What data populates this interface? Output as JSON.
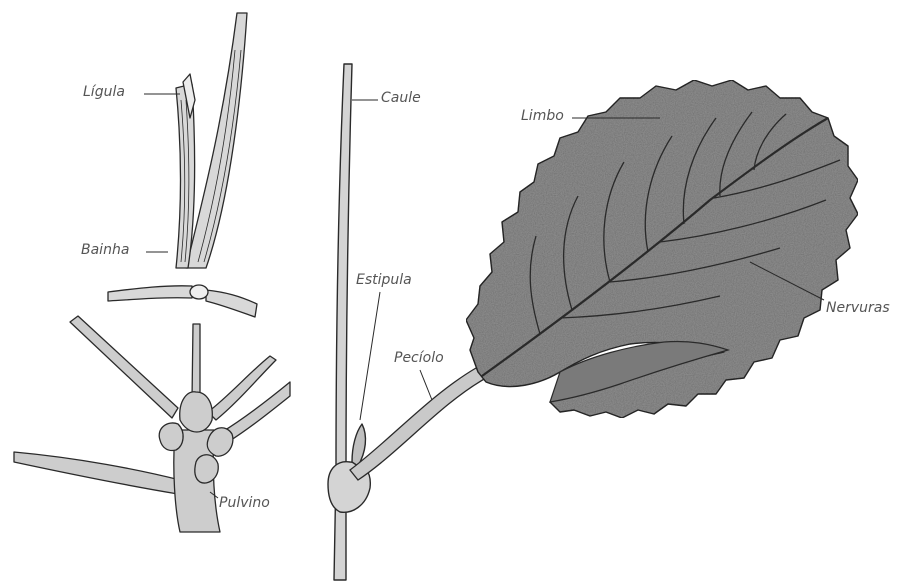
{
  "labels": {
    "ligula": "Lígula",
    "bainha": "Bainha",
    "pulvino": "Pulvino",
    "caule": "Caule",
    "limbo": "Limbo",
    "estipula": "Estipula",
    "peciolo": "Pecíolo",
    "nervuras": "Nervuras"
  },
  "colors": {
    "outline": "#2a2a2a",
    "leaf_fill": "#8e8e8e",
    "stem_fill": "#d4d4d4",
    "label_text": "#555555"
  }
}
